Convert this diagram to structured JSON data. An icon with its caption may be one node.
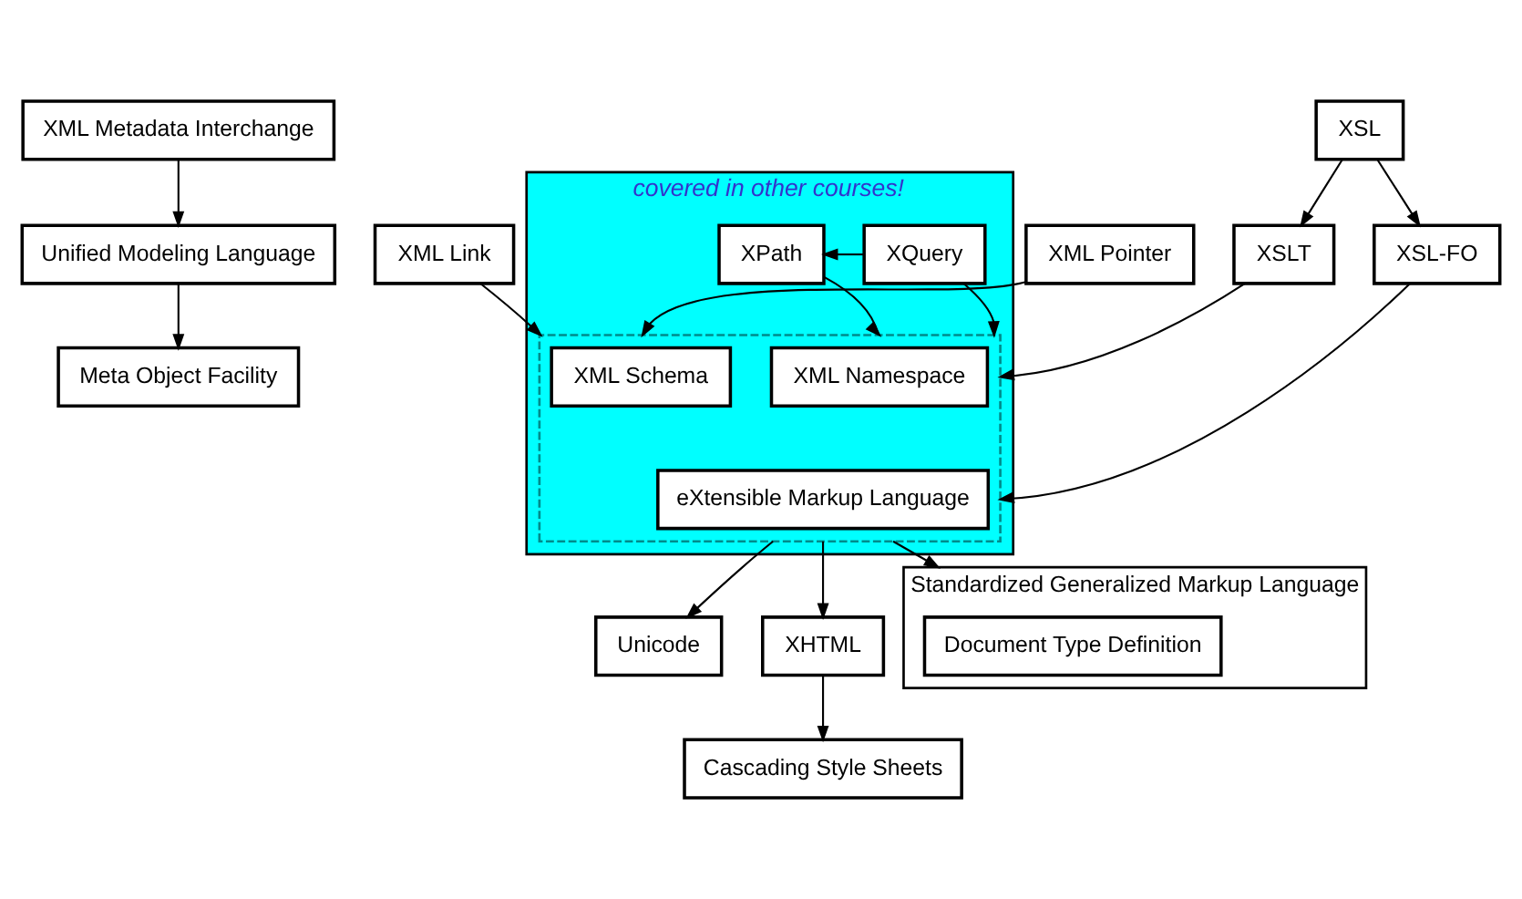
{
  "diagram": {
    "nodes": [
      {
        "text": [
          "covered in other courses!"
        ]
      },
      {
        "text": [
          "XPath"
        ],
        "in": 0
      },
      {
        "text": [
          "XQuery"
        ],
        "in": 0
      },
      {
        "text": [],
        "shape": "box",
        "in": 0
      },
      {
        "text": [
          "XML Schema"
        ],
        "in": 3
      },
      {
        "text": [
          "XML Namespace"
        ],
        "in": 3
      },
      {
        "text": [
          "eXtensible Markup Language"
        ],
        "in": 3
      },
      {
        "text": [
          "XML Link"
        ]
      },
      {
        "text": [
          "XML Pointer"
        ]
      },
      {
        "text": [
          "XSL"
        ]
      },
      {
        "text": [
          "XSLT"
        ]
      },
      {
        "text": [
          "XSL-FO"
        ]
      },
      {
        "text": [
          "XHTML"
        ]
      },
      {
        "text": [
          "Cascading Style Sheets"
        ]
      },
      {
        "text": [
          "XML Metadata Interchange"
        ]
      },
      {
        "text": [
          "Unified Modeling Language"
        ]
      },
      {
        "text": [
          "Meta Object Facility"
        ]
      },
      {
        "text": [
          "Unicode"
        ]
      },
      {
        "text": [
          "Standardized Generalized Markup Language"
        ]
      },
      {
        "text": [
          "Document Type Definition"
        ],
        "in": 18
      }
    ],
    "edges": [
      {
        "from": 2,
        "to": 1,
        "arrow": "to"
      },
      {
        "from": 7,
        "to": 3,
        "arrow": "to"
      },
      {
        "from": 8,
        "to": 3,
        "arrow": "to"
      },
      {
        "from": 1,
        "to": 3,
        "arrow": "to"
      },
      {
        "from": 2,
        "to": 3,
        "arrow": "to"
      },
      {
        "from": 9,
        "to": 10,
        "arrow": "to"
      },
      {
        "from": 9,
        "to": 11,
        "arrow": "to"
      },
      {
        "from": 10,
        "to": 3,
        "arrow": "to"
      },
      {
        "from": 11,
        "to": 3,
        "arrow": "to"
      },
      {
        "from": 3,
        "to": 12,
        "arrow": "to"
      },
      {
        "from": 12,
        "to": 13,
        "arrow": "to"
      },
      {
        "from": 14,
        "to": 15,
        "arrow": "to"
      },
      {
        "from": 15,
        "to": 16,
        "arrow": "to"
      },
      {
        "from": 3,
        "to": 17,
        "arrow": "to"
      },
      {
        "from": 3,
        "to": 18,
        "arrow": "to"
      }
    ]
  }
}
